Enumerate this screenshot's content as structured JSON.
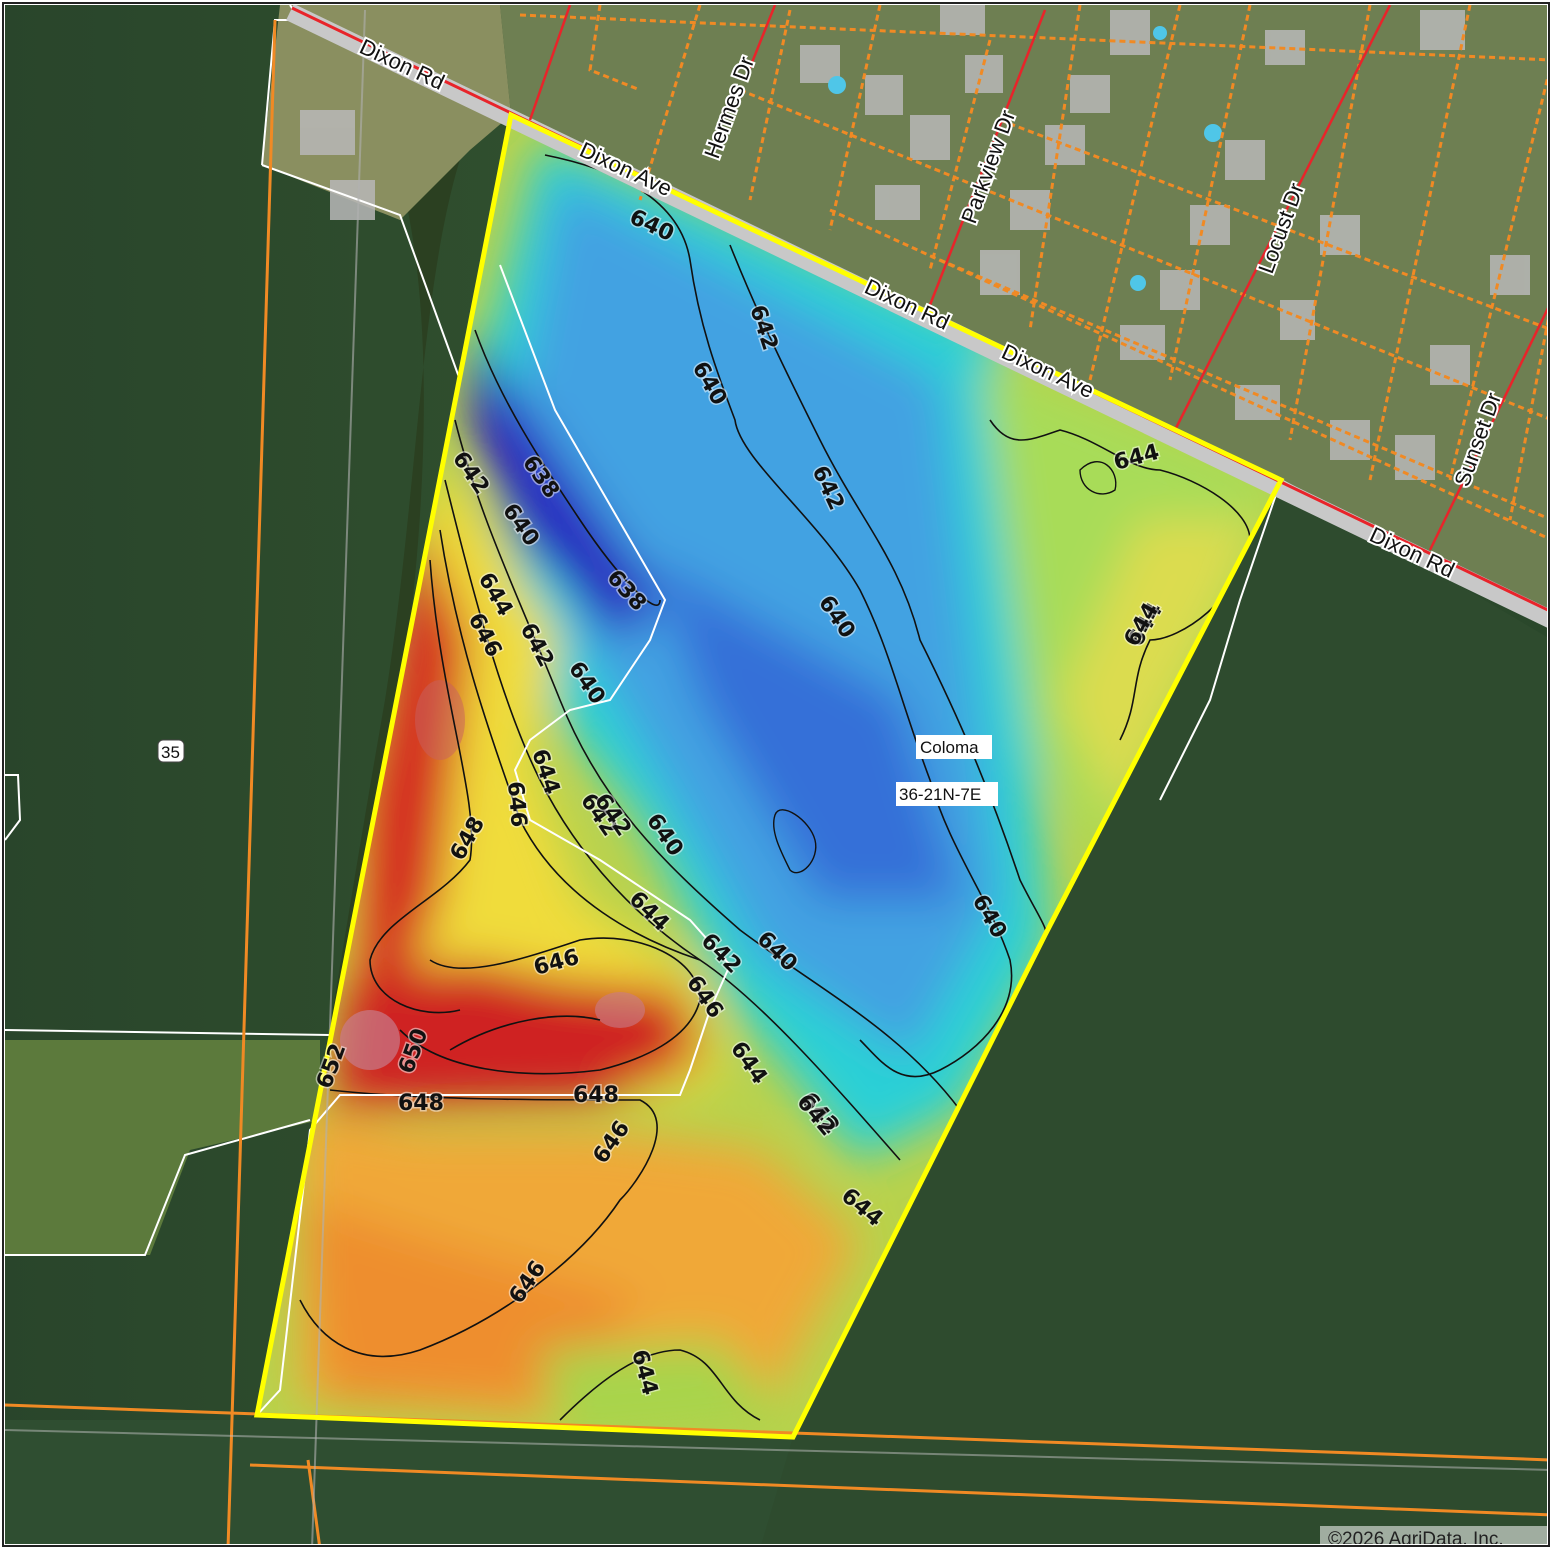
{
  "map": {
    "roads": [
      {
        "id": "dixon-rd-1",
        "label": "Dixon Rd"
      },
      {
        "id": "dixon-ave-1",
        "label": "Dixon Ave"
      },
      {
        "id": "dixon-rd-2",
        "label": "Dixon Rd"
      },
      {
        "id": "dixon-ave-2",
        "label": "Dixon Ave"
      },
      {
        "id": "dixon-rd-3",
        "label": "Dixon Rd"
      },
      {
        "id": "hermes-dr",
        "label": "Hermes Dr"
      },
      {
        "id": "parkview-dr",
        "label": "Parkview Dr"
      },
      {
        "id": "locust-dr",
        "label": "Locust Dr"
      },
      {
        "id": "sunset-dr",
        "label": "Sunset Dr"
      }
    ],
    "section_number": "35",
    "township_name": "Coloma",
    "section_township_range": "36-21N-7E",
    "contour_labels": [
      "640",
      "642",
      "640",
      "642",
      "640",
      "642",
      "644",
      "644",
      "638",
      "640",
      "638",
      "642",
      "644",
      "646",
      "642",
      "640",
      "644",
      "646",
      "642",
      "640",
      "648",
      "644",
      "642",
      "640",
      "640",
      "646",
      "642",
      "646",
      "644",
      "652",
      "650",
      "648",
      "648",
      "646",
      "644",
      "642",
      "644",
      "646",
      "644"
    ],
    "copyright": "©2026 AgriData, Inc.",
    "colors": {
      "field_boundary": "#ffff00",
      "road_red": "#e8242a",
      "parcel_orange": "#f08a24",
      "crop_dark": "#2b4a2a",
      "elev_low": "#2a1fb0",
      "elev_mid": "#28d4d2",
      "elev_high": "#d51d1d"
    }
  }
}
